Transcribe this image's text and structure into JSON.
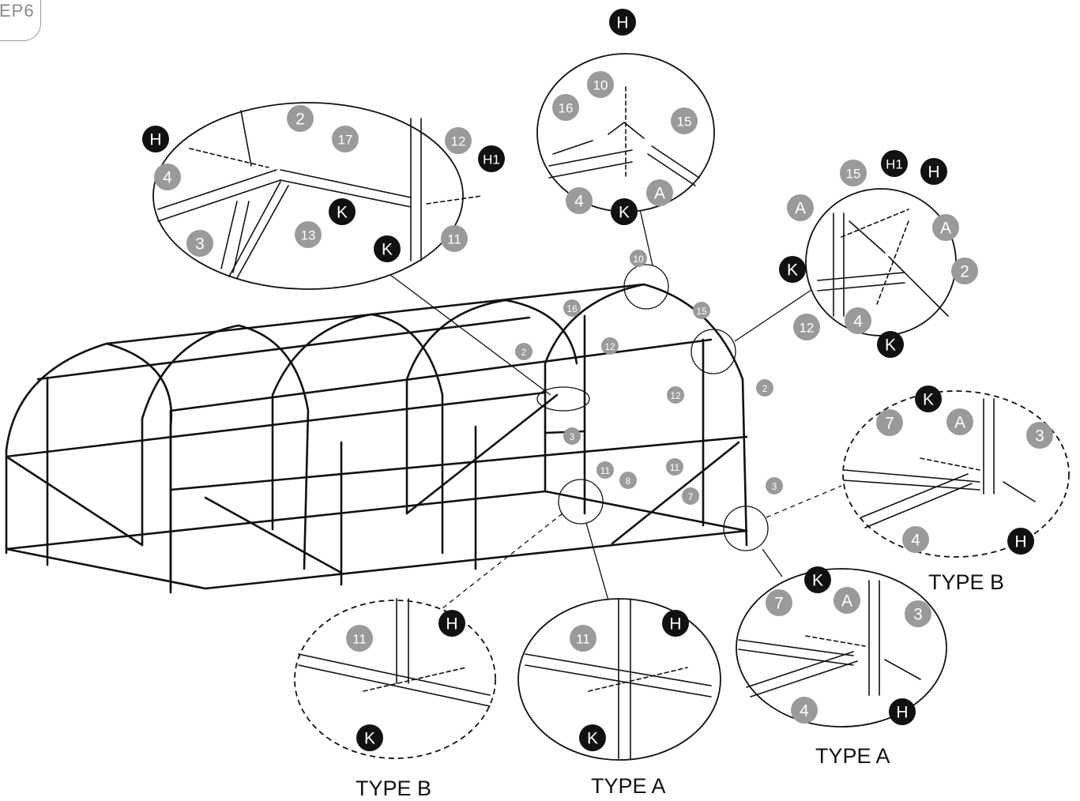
{
  "step": "EP6",
  "type_labels": {
    "right_upper": "TYPE B",
    "right_lower": "TYPE A",
    "bottom_left": "TYPE B",
    "bottom_center": "TYPE A"
  },
  "frame_labels": [
    "10",
    "16",
    "15",
    "2",
    "12",
    "12",
    "2",
    "3",
    "11",
    "8",
    "11",
    "7",
    "3"
  ],
  "detail_top_left_labels": [
    "H",
    "2",
    "17",
    "12",
    "H1",
    "4",
    "K",
    "K",
    "3",
    "13",
    "11"
  ],
  "detail_top_center_labels": [
    "H",
    "10",
    "16",
    "15",
    "4",
    "K",
    "A"
  ],
  "detail_right_top_labels": [
    "15",
    "H1",
    "H",
    "A",
    "A",
    "K",
    "2",
    "12",
    "4",
    "K"
  ],
  "detail_type_b_right_labels": [
    "K",
    "A",
    "7",
    "3",
    "4",
    "H"
  ],
  "detail_type_a_right_labels": [
    "K",
    "A",
    "7",
    "3",
    "4",
    "H"
  ],
  "detail_type_b_bottom_labels": [
    "11",
    "H",
    "K"
  ],
  "detail_type_a_bottom_labels": [
    "11",
    "H",
    "K"
  ]
}
